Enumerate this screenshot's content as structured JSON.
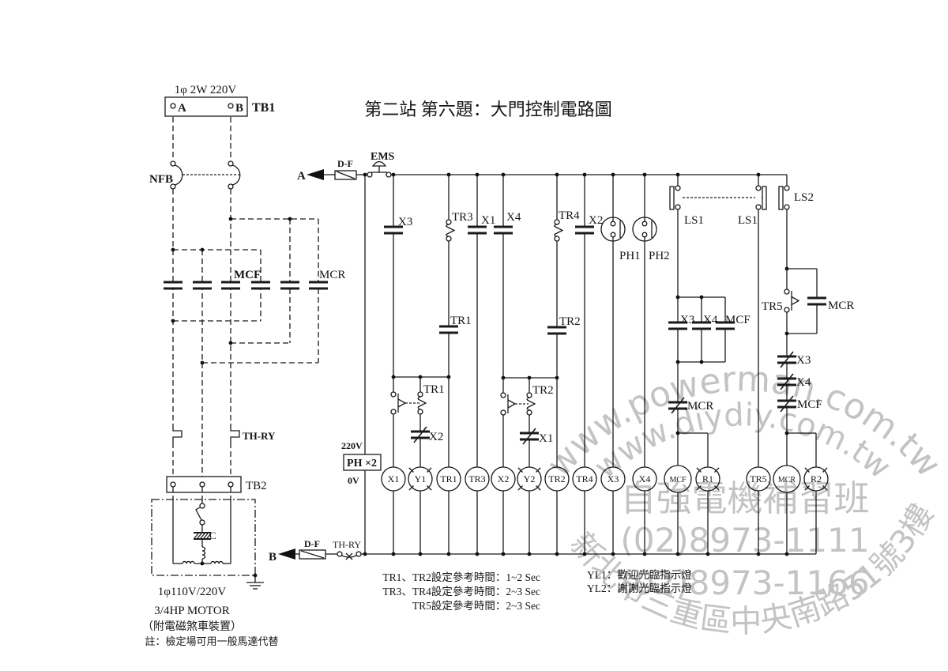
{
  "title": "第二站 第六題：大門控制電路圖",
  "power_circuit": {
    "supply_label": "1φ 2W 220V",
    "tb1": {
      "label": "TB1",
      "terminal_a": "A",
      "terminal_b": "B"
    },
    "nfb_label": "NFB",
    "mcf_label": "MCF",
    "mcr_label": "MCR",
    "thermal_relay_label": "TH-RY",
    "tb2_label": "TB2",
    "capacitor_label": "C",
    "motor_notes": [
      "1φ110V/220V",
      "3/4HP  MOTOR",
      "（附電磁煞車裝置）",
      "註：檢定場可用一般馬達代替"
    ]
  },
  "control_circuit": {
    "line_a_label": "A",
    "line_b_label": "B",
    "fuse_top_label": "D-F",
    "fuse_bottom_label": "D-F",
    "emergency_stop_label": "EMS",
    "thermal_relay_label": "TH-RY",
    "photo_supply": {
      "high_label": "220V",
      "box_label": "PH ×2",
      "low_label": "0V"
    },
    "contacts": [
      {
        "label": "X3",
        "type": "NO"
      },
      {
        "label": "TR3",
        "type": "timer-NO"
      },
      {
        "label": "TR1",
        "type": "NO"
      },
      {
        "label": "X1",
        "type": "NO"
      },
      {
        "label": "X4",
        "type": "NO"
      },
      {
        "label": "TR4",
        "type": "timer-NO"
      },
      {
        "label": "TR2",
        "type": "NO"
      },
      {
        "label": "X2",
        "type": "NO"
      },
      {
        "label": "TR1",
        "type": "timer-NO/NC pair"
      },
      {
        "label": "X2",
        "type": "NC"
      },
      {
        "label": "TR2",
        "type": "timer-NO/NC pair"
      },
      {
        "label": "X1",
        "type": "NC"
      },
      {
        "label": "PH1",
        "type": "photo-sensor"
      },
      {
        "label": "PH2",
        "type": "photo-sensor"
      },
      {
        "label": "LS1",
        "type": "limit-switch"
      },
      {
        "label": "LS1",
        "type": "limit-switch"
      },
      {
        "label": "LS2",
        "type": "limit-switch"
      },
      {
        "label": "X3",
        "type": "NO"
      },
      {
        "label": "X4",
        "type": "NO"
      },
      {
        "label": "MCF",
        "type": "NO"
      },
      {
        "label": "MCR",
        "type": "NC"
      },
      {
        "label": "TR5",
        "type": "timer-NO"
      },
      {
        "label": "MCR",
        "type": "NO"
      },
      {
        "label": "X3",
        "type": "NC"
      },
      {
        "label": "X4",
        "type": "NC"
      },
      {
        "label": "MCF",
        "type": "NC"
      }
    ],
    "coils": [
      {
        "label": "X1",
        "type": "relay"
      },
      {
        "label": "Y1",
        "type": "lamp"
      },
      {
        "label": "TR1",
        "type": "timer"
      },
      {
        "label": "TR3",
        "type": "timer"
      },
      {
        "label": "X2",
        "type": "relay"
      },
      {
        "label": "Y2",
        "type": "lamp"
      },
      {
        "label": "TR2",
        "type": "timer"
      },
      {
        "label": "TR4",
        "type": "timer"
      },
      {
        "label": "X3",
        "type": "relay"
      },
      {
        "label": "X4",
        "type": "relay"
      },
      {
        "label": "MCF",
        "type": "contactor"
      },
      {
        "label": "R1",
        "type": "lamp"
      },
      {
        "label": "TR5",
        "type": "timer"
      },
      {
        "label": "MCR",
        "type": "contactor"
      },
      {
        "label": "R2",
        "type": "lamp"
      }
    ]
  },
  "notes": {
    "timer_settings": [
      "TR1、TR2設定參考時間：1~2 Sec",
      "TR3、TR4設定參考時間：2~3 Sec",
      "TR5設定參考時間：2~3 Sec"
    ],
    "lamp_legend": [
      "YL1：歡迎光臨指示燈",
      "YL2：謝謝光臨指示燈"
    ]
  },
  "watermark": {
    "url_1": "www.powerman.com.tw",
    "url_2": "www.diydiy.com.tw",
    "school": "自強電機補習班",
    "phone_1": "(02)8973-1111",
    "phone_2": "(02)8973-1166",
    "address": "新北市三重區中央南路51號3樓"
  }
}
